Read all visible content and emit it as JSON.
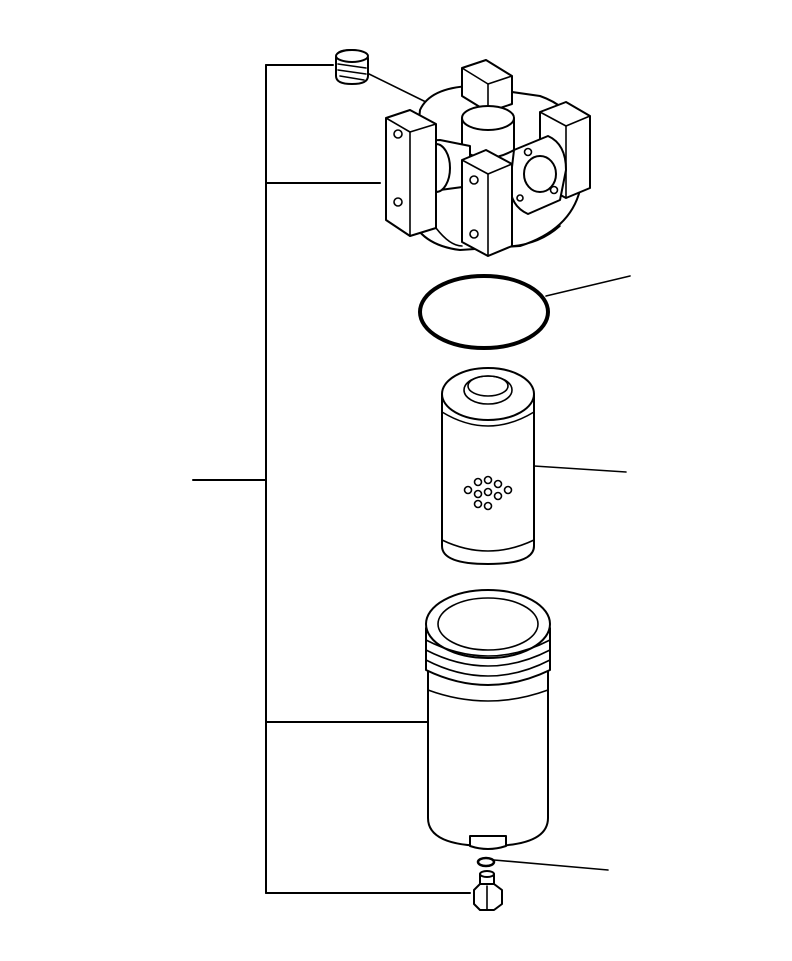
{
  "diagram": {
    "kind": "exploded-parts-view",
    "parts": [
      {
        "name": "plug",
        "icon": "plug-icon"
      },
      {
        "name": "filter-head",
        "icon": "filter-head-icon"
      },
      {
        "name": "o-ring",
        "icon": "o-ring-icon"
      },
      {
        "name": "filter-element",
        "icon": "filter-element-icon"
      },
      {
        "name": "filter-case",
        "icon": "filter-case-icon"
      },
      {
        "name": "small-o-ring",
        "icon": "small-o-ring-icon"
      },
      {
        "name": "drain-plug",
        "icon": "drain-plug-icon"
      }
    ],
    "labels": []
  }
}
